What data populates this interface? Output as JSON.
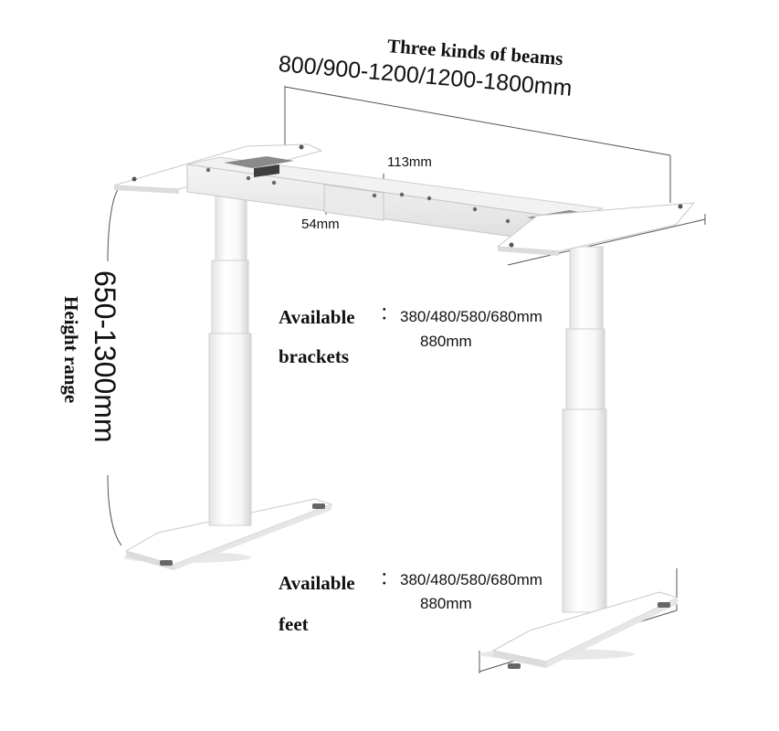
{
  "beam": {
    "title": "Three kinds of beams",
    "range": "800/900-1200/1200-1800mm"
  },
  "dimensions": {
    "beam_width": "113mm",
    "beam_height": "54mm"
  },
  "height": {
    "value": "650-1300mm",
    "label": "Height range"
  },
  "brackets": {
    "label_line1": "Available",
    "label_line2": "brackets",
    "colon": "：",
    "sizes_line1": "380/480/580/680mm",
    "sizes_line2": "880mm"
  },
  "feet": {
    "label_line1": "Available",
    "label_line2": "feet",
    "colon": "：",
    "sizes_line1": "380/480/580/680mm",
    "sizes_line2": "880mm"
  },
  "colors": {
    "frame": "#ffffff",
    "frame_edge": "#c9c9c9",
    "shadow": "#dcdcdc",
    "plate": "#8a8a8a",
    "text": "#111111",
    "guide_line": "#555555"
  }
}
